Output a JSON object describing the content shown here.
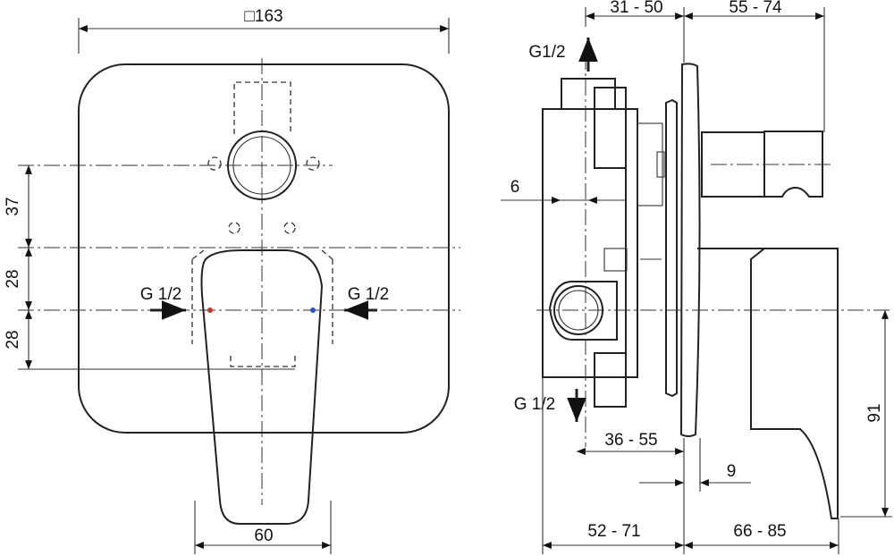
{
  "title": "Concealed bath/shower mixer dimension drawing",
  "front_view": {
    "width_label": "□163",
    "vertical_dims": [
      "37",
      "28",
      "28"
    ],
    "inlet_left": "G 1/2",
    "inlet_right": "G 1/2",
    "lever_width": "60",
    "hot_color": "#c0392b",
    "cold_color": "#2855c8"
  },
  "side_view": {
    "top_dims": [
      "31 - 50",
      "55 - 74"
    ],
    "outlet_top": "G1/2",
    "offset_dim": "6",
    "outlet_bottom": "G 1/2",
    "depth_dim": "36 - 55",
    "plate_dim": "9",
    "height_dim": "91",
    "bottom_dims": [
      "52 - 71",
      "66 - 85"
    ]
  }
}
